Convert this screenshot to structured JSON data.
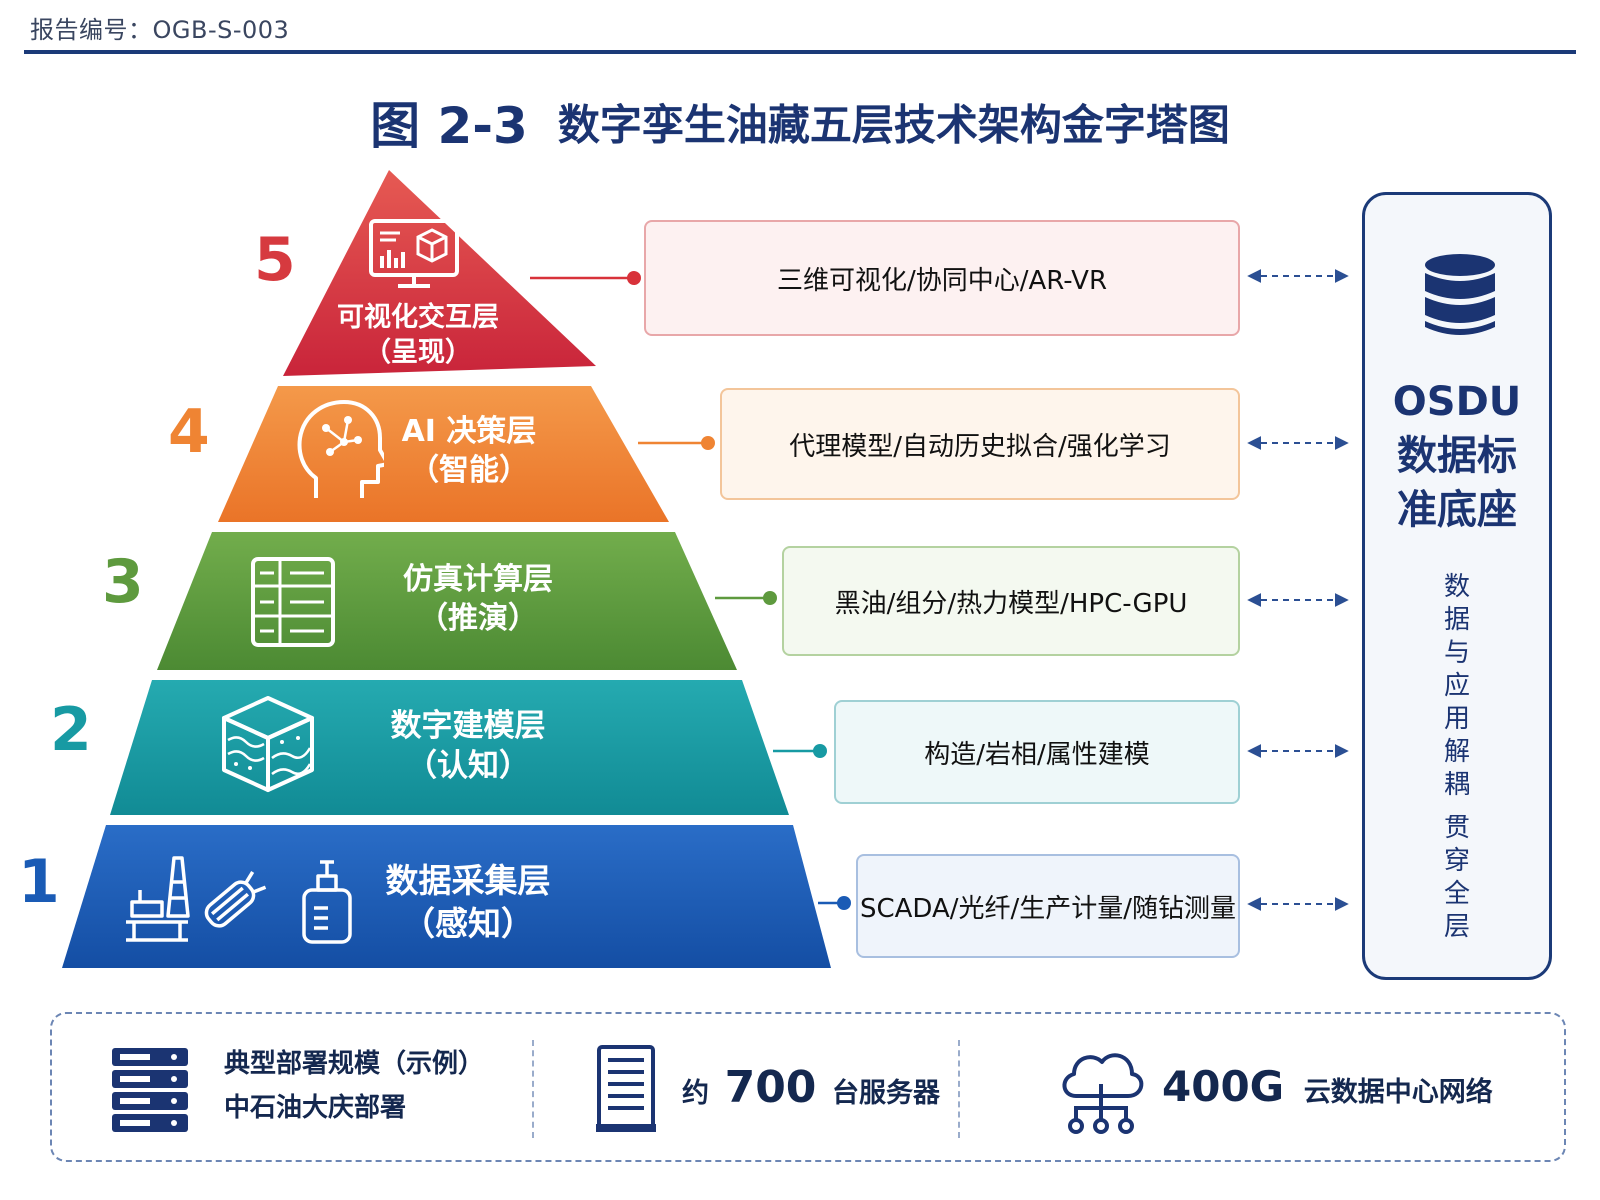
{
  "header": {
    "report_no": "报告编号：OGB-S-003"
  },
  "title": {
    "figure_no": "图 2-3",
    "figure_name": "数字孪生油藏五层技术架构金字塔图"
  },
  "layers": [
    {
      "level": "5",
      "name": "可视化交互层",
      "role": "（呈现）",
      "desc": "三维可视化/协同中心/AR-VR",
      "color": "#d63a3f",
      "icon": "monitor-cube-icon"
    },
    {
      "level": "4",
      "name": "AI 决策层",
      "role": "（智能）",
      "desc": "代理模型/自动历史拟合/强化学习",
      "color": "#ef8433",
      "icon": "ai-head-icon"
    },
    {
      "level": "3",
      "name": "仿真计算层",
      "role": "（推演）",
      "desc": "黑油/组分/热力模型/HPC-GPU",
      "color": "#5e9a3e",
      "icon": "server-rack-icon"
    },
    {
      "level": "2",
      "name": "数字建模层",
      "role": "（认知）",
      "desc": "构造/岩相/属性建模",
      "color": "#179aa3",
      "icon": "geo-cube-icon"
    },
    {
      "level": "1",
      "name": "数据采集层",
      "role": "（感知）",
      "desc": "SCADA/光纤/生产计量/随钻测量",
      "color": "#1a5bb5",
      "icon": "oil-facility-icon"
    }
  ],
  "osdu": {
    "title_lines": [
      "OSDU",
      "数据标",
      "准底座"
    ],
    "subtitle_chars_1": [
      "数",
      "据",
      "与",
      "应",
      "用",
      "解",
      "耦"
    ],
    "subtitle_chars_2": [
      "贯",
      "穿",
      "全",
      "层"
    ]
  },
  "deployment": {
    "example_title": "典型部署规模（示例）",
    "example_site": "中石油大庆部署",
    "server_prefix": "约",
    "server_count": "700",
    "server_suffix": "台服务器",
    "network_speed": "400G",
    "network_label": "云数据中心网络"
  }
}
